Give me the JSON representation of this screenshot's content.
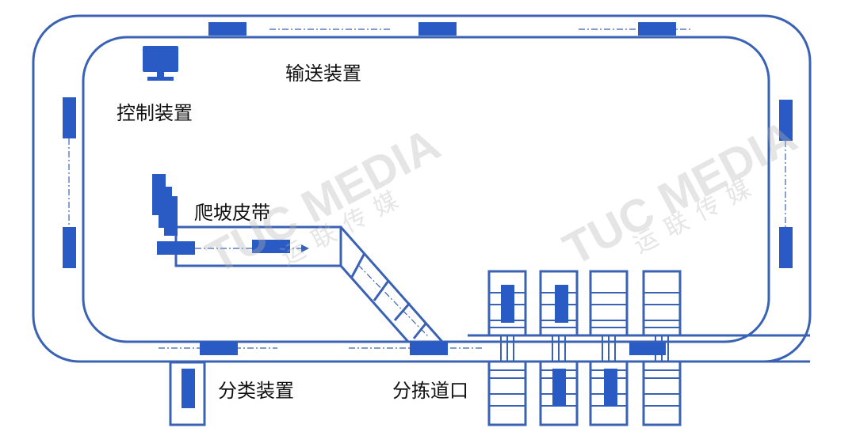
{
  "labels": {
    "conveyor": "输送装置",
    "control": "控制装置",
    "climbing_belt": "爬坡皮带",
    "classifier": "分类装置",
    "sorting_exit": "分拣道口"
  },
  "watermark": {
    "en": "TUC MEDIA",
    "cn": "运联传媒"
  },
  "colors": {
    "line": "#3a62b4",
    "package": "#2a5bc4"
  }
}
